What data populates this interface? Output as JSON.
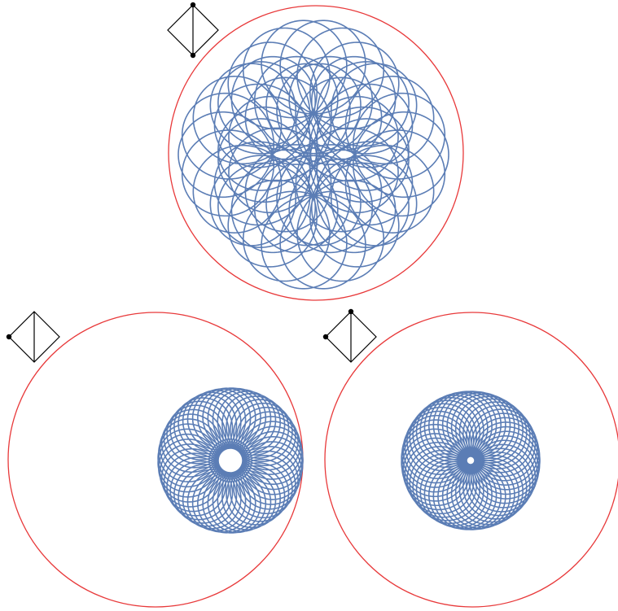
{
  "colors": {
    "background": "#ffffff",
    "circle_stroke": "#e8393a",
    "curve_stroke": "#5b7db5",
    "glyph_stroke": "#000000"
  },
  "panels": [
    {
      "id": "top",
      "curve_shape": "three-lobed rosette of loops",
      "glyph": {
        "icon": "diamond-with-vertical-line",
        "dots": [
          "top",
          "bottom"
        ]
      }
    },
    {
      "id": "bottom-left",
      "curve_shape": "dense star rosette with hollow center",
      "glyph": {
        "icon": "diamond-with-vertical-line",
        "dots": [
          "left"
        ]
      }
    },
    {
      "id": "bottom-right",
      "curve_shape": "dense circular rosette",
      "glyph": {
        "icon": "diamond-with-vertical-line",
        "dots": [
          "top",
          "left"
        ]
      }
    }
  ]
}
